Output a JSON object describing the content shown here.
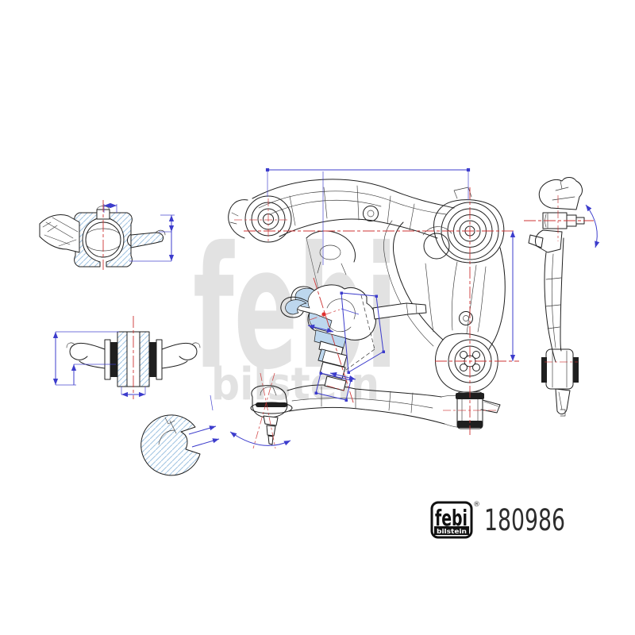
{
  "part_number": "180986",
  "brand": {
    "name": "febi",
    "sub": "bilstein",
    "registered": "®"
  },
  "watermark": {
    "line1": "febi",
    "line2": "bilstein"
  },
  "drawing": {
    "views": [
      "main-top-view",
      "side-elevation-view",
      "bottom-profile-view",
      "ball-joint-section-detail",
      "bushing-section-detail",
      "cup-section-detail",
      "ball-joint-iso-detail"
    ]
  },
  "colors": {
    "ink": "#1f1f1f",
    "dim_blue": "#3c3ccc",
    "center_red": "#cc3333",
    "accent_red": "#e03030",
    "hatch_blue": "#9fc3e2",
    "shade_blue": "#bdd7ee",
    "watermark_gray": "#e2e2e2",
    "logo_black": "#111111",
    "part_number_color": "#2d2d2d"
  }
}
